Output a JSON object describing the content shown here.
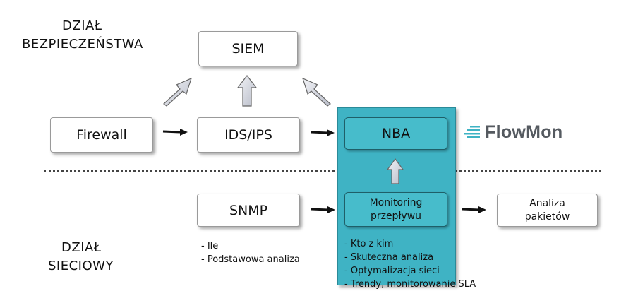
{
  "sections": {
    "security": [
      "DZIAŁ",
      "BEZPIECZEŃSTWA"
    ],
    "network": [
      "DZIAŁ",
      "SIECIOWY"
    ]
  },
  "nodes": {
    "siem": "SIEM",
    "firewall": "Firewall",
    "ids_ips": "IDS/IPS",
    "nba": "NBA",
    "snmp": "SNMP",
    "monitoring": [
      "Monitoring",
      "przepływu"
    ],
    "analysis": [
      "Analiza",
      "pakietów"
    ]
  },
  "brand": {
    "name": "FlowMon",
    "color": "#555a60",
    "accent": "#3fb3c4"
  },
  "snmp_notes": [
    "- Ile",
    "- Podstawowa analiza"
  ],
  "flow_notes": [
    "- Kto z kim",
    "- Skuteczna analiza",
    "- Optymalizacja sieci",
    "- Trendy, monitorowanie SLA"
  ]
}
